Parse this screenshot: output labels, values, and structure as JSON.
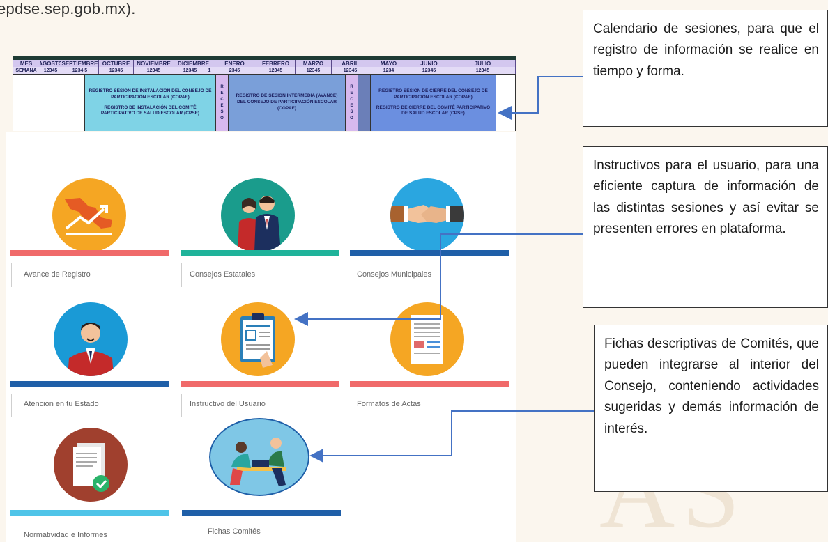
{
  "header": {
    "url_fragment": "epdse.sep.gob.mx)."
  },
  "calendar": {
    "month_label": "MES",
    "months": [
      "AGOSTO",
      "SEPTIEMBRE",
      "OCTUBRE",
      "NOVIEMBRE",
      "DICIEMBRE",
      "ENERO",
      "FEBRERO",
      "MARZO",
      "ABRIL",
      "MAYO",
      "JUNIO",
      "JULIO"
    ],
    "week_label": "SEMANA",
    "weeks": [
      "12345",
      "1234 5",
      "12345",
      "12345",
      "12345",
      "1",
      "2345",
      "12345",
      "12345",
      "12345",
      "1234",
      "12345",
      "12345"
    ],
    "block_install": [
      "REGISTRO SESIÓN DE INSTALACIÓN DEL CONSEJO DE PARTICIPACIÓN ESCOLAR (COPAE)",
      "REGISTRO DE INSTALACIÓN DEL COMITÉ PARTICIPATIVO DE SALUD ESCOLAR (CPSE)"
    ],
    "receso": "R E C E S O",
    "block_intermediate": "REGISTRO DE SESIÓN INTERMEDIA (AVANCE) DEL CONSEJO DE PARTICIPACIÓN ESCOLAR (COPAE)",
    "block_closing": [
      "REGISTRO SESIÓN DE CIERRE DEL CONSEJO DE PARTICIPACIÓN ESCOLAR (COPAE)",
      "REGISTRO DE CIERRE DEL COMITÉ PARTICIPATIVO DE SALUD ESCOLAR (CPSE)"
    ]
  },
  "tiles": [
    {
      "label": "Avance de Registro",
      "bar_color": "#f06a6a",
      "circle_color": "#f5a623",
      "icon": "mexico-chart-icon"
    },
    {
      "label": "Consejos Estatales",
      "bar_color": "#1fb39a",
      "circle_color": "#1a9c8c",
      "icon": "business-people-icon"
    },
    {
      "label": "Consejos Municipales",
      "bar_color": "#1f5fa8",
      "circle_color": "#2aa6e0",
      "icon": "handshake-icon"
    },
    {
      "label": "Atención en tu Estado",
      "bar_color": "#1f5fa8",
      "circle_color": "#1a9ad6",
      "icon": "agent-icon"
    },
    {
      "label": "Instructivo del Usuario",
      "bar_color": "#f06a6a",
      "circle_color": "#f5a623",
      "icon": "clipboard-icon"
    },
    {
      "label": "Formatos de Actas",
      "bar_color": "#f06a6a",
      "circle_color": "#f5a623",
      "icon": "document-icon"
    },
    {
      "label": "Normatividad e Informes",
      "bar_color": "#4fc4e8",
      "circle_color": "#a0402e",
      "icon": "approved-document-icon"
    },
    {
      "label": "Fichas Comités",
      "bar_color": "#1f5fa8",
      "circle_color": "#7fc7e6",
      "icon": "team-meeting-icon"
    }
  ],
  "callouts": {
    "calendar": "Calendario de sesiones, para que el registro de información se realice en tiempo y forma.",
    "instructions": "Instructivos para el usuario, para una eficiente captura de información de las distintas sesiones y así evitar se presenten errores en plataforma.",
    "fichas": "Fichas descriptivas de Comités, que pueden integrarse al interior del Consejo, conteniendo actividades sugeridas y demás información de interés."
  },
  "colors": {
    "arrow": "#4472c4"
  }
}
